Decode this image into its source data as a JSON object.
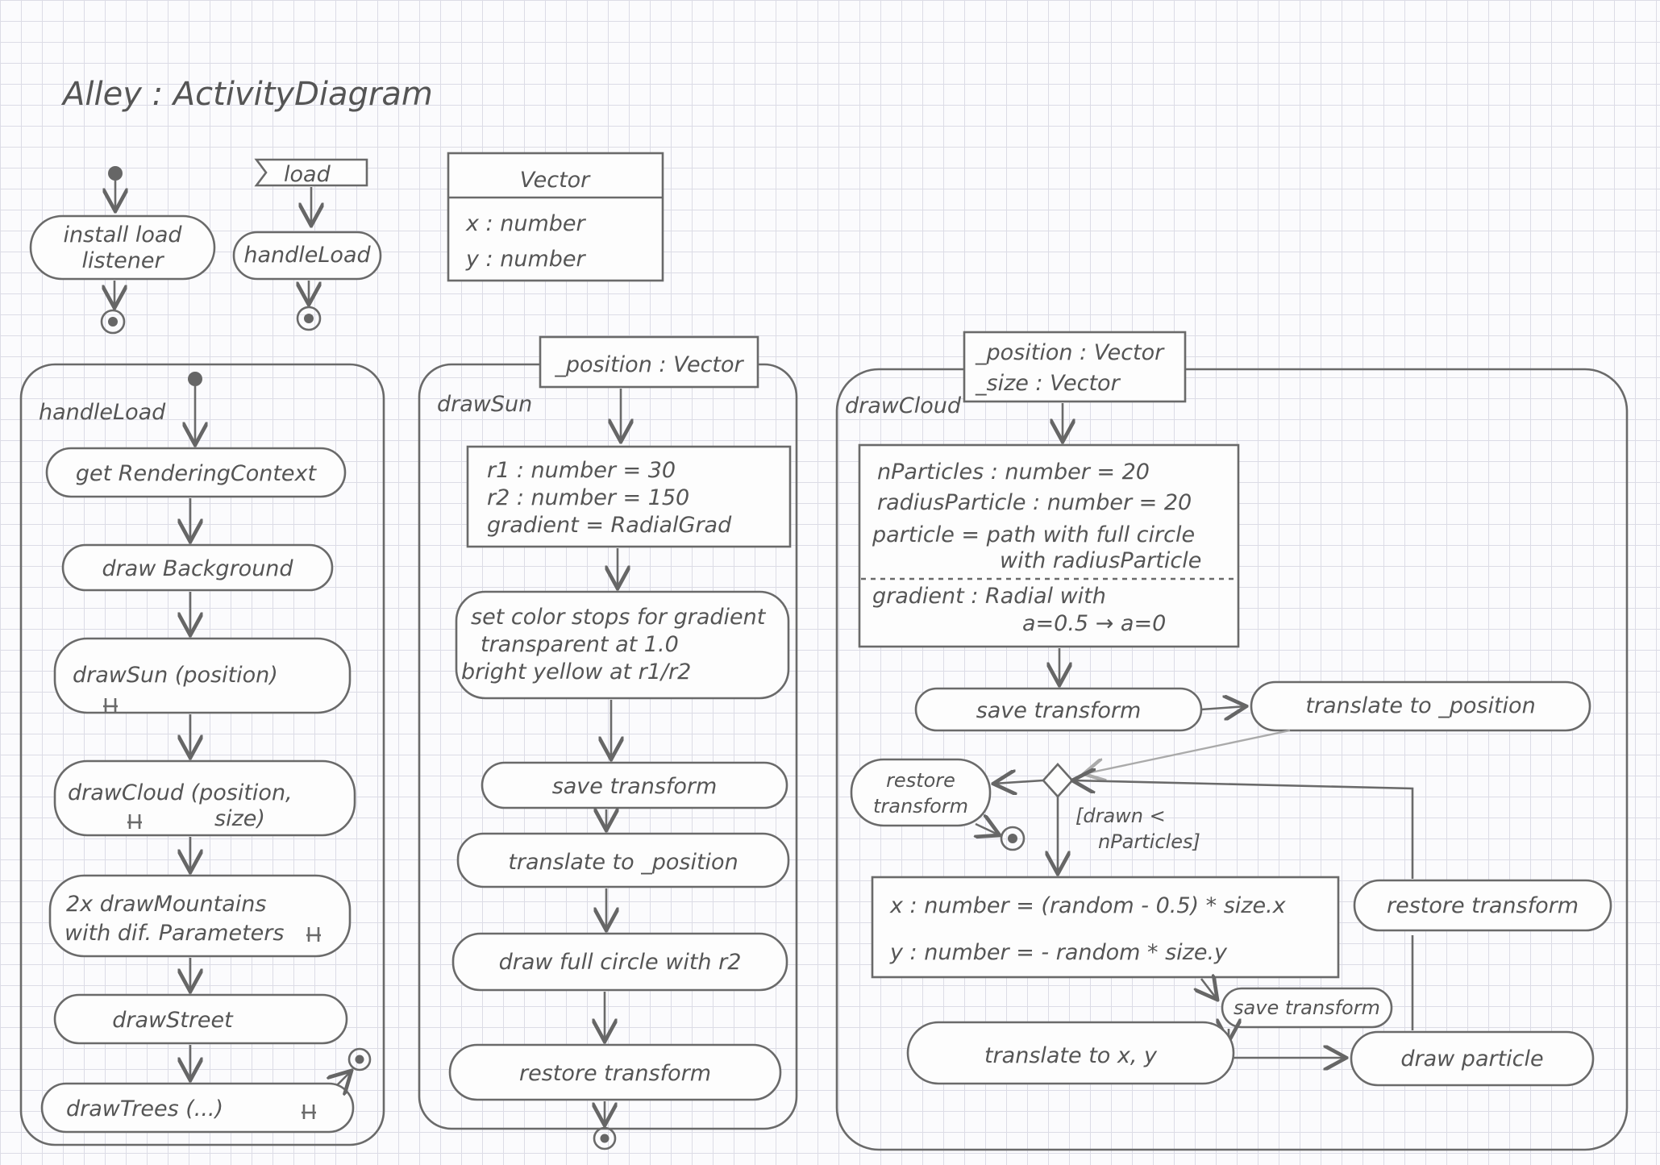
{
  "title": "Alley : ActivityDiagram",
  "top": {
    "install_listener": [
      "install load",
      "listener"
    ],
    "load_signal": "load",
    "handle_load": "handleLoad"
  },
  "vector_class": {
    "name": "Vector",
    "attrs": [
      "x : number",
      "y : number"
    ]
  },
  "handleLoad_activity": {
    "label": "handleLoad",
    "actions": [
      [
        "get RenderingContext"
      ],
      [
        "draw Background"
      ],
      [
        "drawSun (position)"
      ],
      [
        "drawCloud (position,",
        "size)"
      ],
      [
        "2x drawMountains",
        "with dif. Parameters"
      ],
      [
        "drawStreet"
      ],
      [
        "drawTrees (...)"
      ]
    ]
  },
  "drawSun_activity": {
    "label": "drawSun",
    "param": "_position : Vector",
    "vars": [
      "r1 : number = 30",
      "r2 : number = 150",
      "gradient = RadialGrad"
    ],
    "actions": [
      [
        "set color stops for gradient",
        "transparent at 1.0",
        "bright yellow at r1/r2"
      ],
      [
        "save transform"
      ],
      [
        "translate to _position"
      ],
      [
        "draw full circle with r2"
      ],
      [
        "restore transform"
      ]
    ]
  },
  "drawCloud_activity": {
    "label": "drawCloud",
    "params": [
      "_position : Vector",
      "_size : Vector"
    ],
    "vars": [
      "nParticles : number = 20",
      "radiusParticle : number = 20",
      "particle = path with full circle",
      "with radiusParticle",
      "gradient : Radial with",
      "a=0.5 → a=0"
    ],
    "save_transform": "save transform",
    "translate_position": "translate to _position",
    "restore_transform_exit": [
      "restore",
      "transform"
    ],
    "guard": [
      "[drawn <",
      "nParticles]"
    ],
    "xy": [
      "x : number = (random - 0.5) * size.x",
      "y : number = - random * size.y"
    ],
    "save_transform_small": "save transform",
    "translate_xy": "translate to x, y",
    "draw_particle": "draw particle",
    "restore_transform_loop": "restore transform"
  }
}
